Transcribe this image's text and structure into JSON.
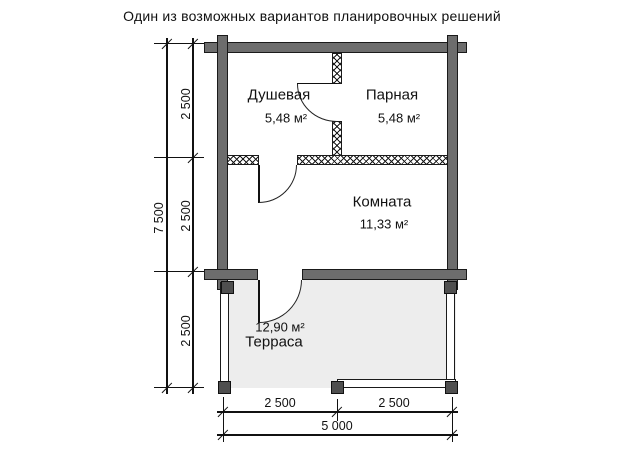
{
  "title": "Один из возможных вариантов планировочных решений",
  "rooms": {
    "shower": {
      "name": "Душевая",
      "area": "5,48 м²"
    },
    "steam": {
      "name": "Парная",
      "area": "5,48 м²"
    },
    "living": {
      "name": "Комната",
      "area": "11,33 м²"
    },
    "terrace": {
      "name": "Терраса",
      "area": "12,90 м²"
    }
  },
  "dimensions": {
    "vertical": {
      "total": "7 500",
      "segments": [
        "2 500",
        "2 500",
        "2 500"
      ]
    },
    "horizontal": {
      "total": "5 000",
      "segments": [
        "2 500",
        "2 500"
      ]
    }
  },
  "colors": {
    "wall": "#6d6d6d",
    "terrace_floor": "#ededed",
    "outline": "#1a1a1a",
    "background": "#ffffff"
  }
}
